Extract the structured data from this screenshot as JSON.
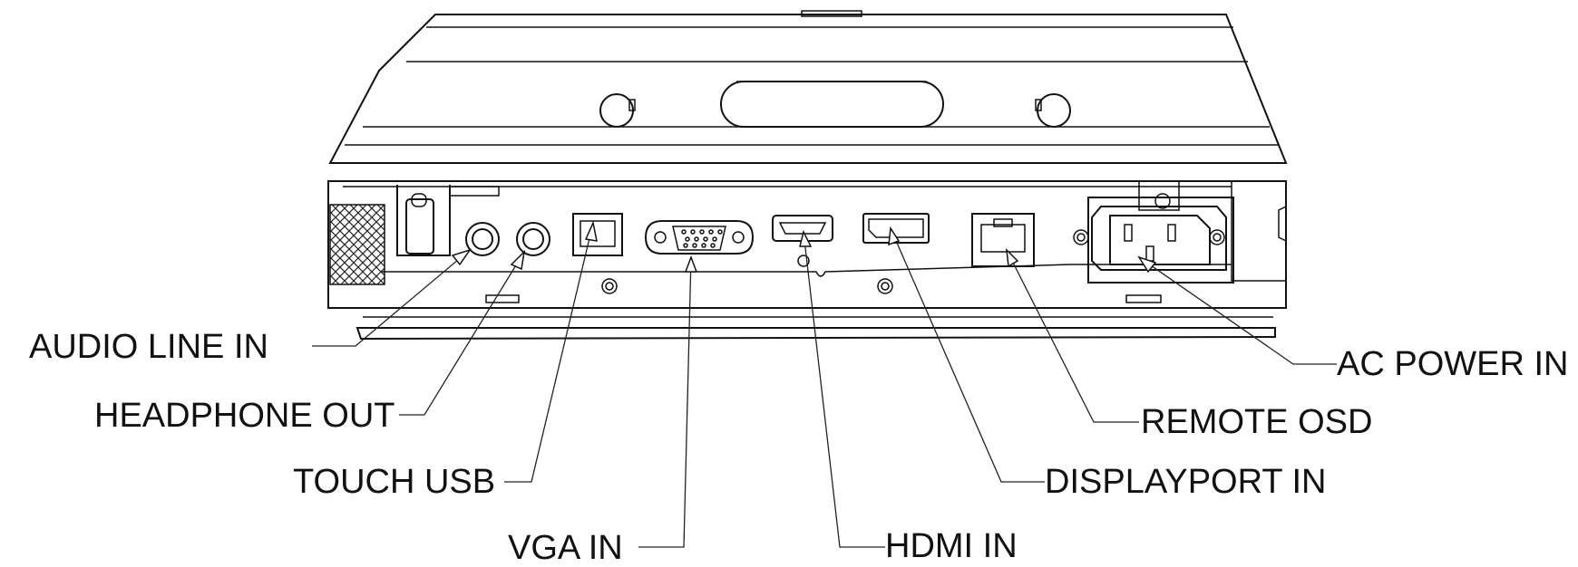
{
  "labels": {
    "audio_line_in": "AUDIO LINE IN",
    "headphone_out": "HEADPHONE OUT",
    "touch_usb": "TOUCH USB",
    "vga_in": "VGA IN",
    "hdmi_in": "HDMI IN",
    "displayport_in": "DISPLAYPORT IN",
    "remote_osd": "REMOTE OSD",
    "ac_power_in": "AC POWER IN"
  }
}
